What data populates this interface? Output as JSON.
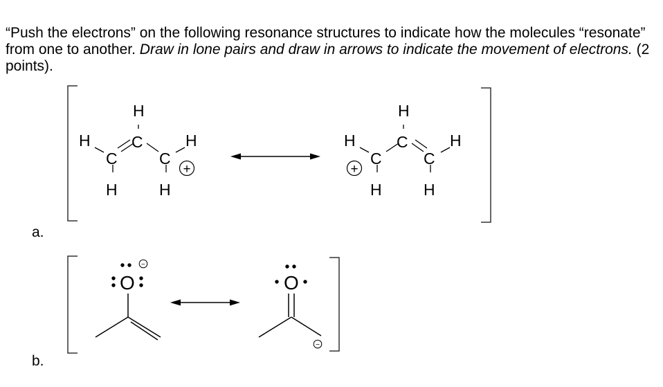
{
  "question": {
    "intro": "“Push the electrons” on the following resonance structures to indicate how the molecules “resonate” from one to another. ",
    "instruction": "Draw in lone pairs and draw in arrows to indicate the movement of electrons.",
    "points": " (2 points)."
  },
  "parts": {
    "a": {
      "label": "a.",
      "left": {
        "h_top": "H",
        "c_center": "C",
        "h_left": "H",
        "c_left": "C",
        "h_left_bottom": "H",
        "c_right": "C",
        "h_right": "H",
        "h_right_bottom": "H",
        "charge": "+"
      },
      "right": {
        "h_top": "H",
        "c_center": "C",
        "h_left": "H",
        "c_left": "C",
        "h_left_bottom": "H",
        "c_right": "C",
        "h_right": "H",
        "h_right_bottom": "H",
        "charge": "+"
      }
    },
    "b": {
      "label": "b.",
      "left": {
        "oxygen": "O",
        "charge": "−"
      },
      "right": {
        "oxygen": "O",
        "charge": "−"
      }
    }
  },
  "colors": {
    "ink": "#000000",
    "bracket": "#333333"
  }
}
